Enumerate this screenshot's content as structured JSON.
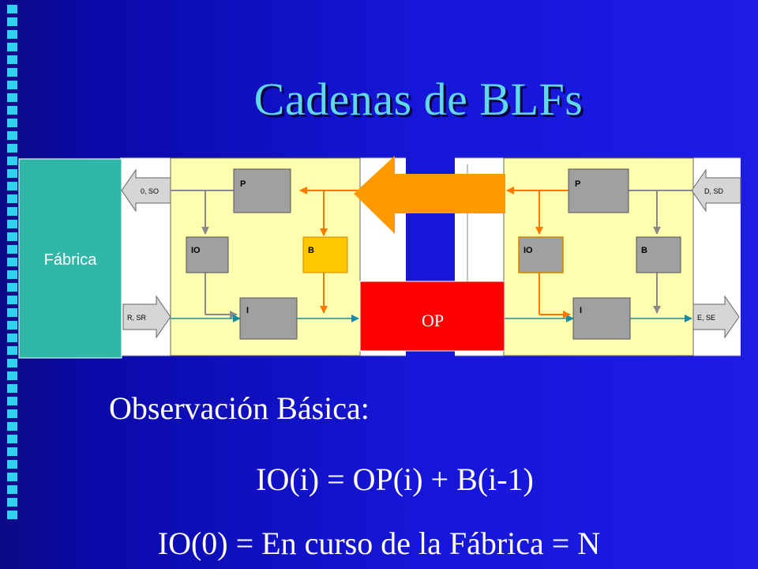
{
  "slide": {
    "title": "Cadenas de BLFs",
    "observation": "Observación Básica:",
    "equation_1": "IO(i) = OP(i) + B(i-1)",
    "equation_2": "IO(0) = En curso de la Fábrica = N"
  },
  "diagram": {
    "factory_label": "Fábrica",
    "op_label": "OP",
    "left_block": {
      "box_p": "P",
      "box_io": "IO",
      "box_b": "B",
      "box_i": "I",
      "arrow_top": "0, SO",
      "arrow_bottom": "R, SR"
    },
    "right_block": {
      "box_p": "P",
      "box_io": "IO",
      "box_b": "B",
      "box_i": "I",
      "arrow_top": "D, SD",
      "arrow_bottom": "E, SE"
    }
  },
  "colors": {
    "background": "#1616d8",
    "title": "#5fd8ee",
    "factory": "#2fb8a8",
    "op": "#ff0000",
    "panel": "#ffffb0",
    "box_gray": "#a0a0a0",
    "box_b_left": "#ffc800",
    "orange": "#ff9900"
  }
}
